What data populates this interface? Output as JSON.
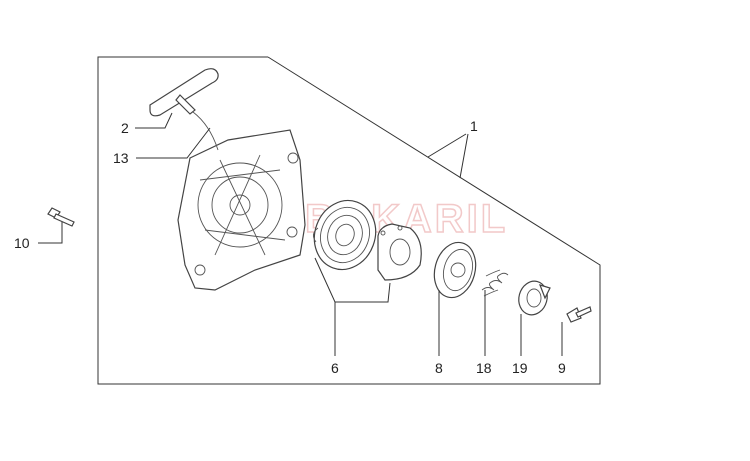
{
  "diagram": {
    "watermark": "BOKARIL",
    "callouts": [
      {
        "id": "1",
        "part": "starter-assembly"
      },
      {
        "id": "2",
        "part": "starter-handle"
      },
      {
        "id": "13",
        "part": "starter-rope"
      },
      {
        "id": "10",
        "part": "screw"
      },
      {
        "id": "6",
        "part": "rewind-spring"
      },
      {
        "id": "8",
        "part": "rope-pulley"
      },
      {
        "id": "18",
        "part": "spring"
      },
      {
        "id": "19",
        "part": "pawl-carrier"
      },
      {
        "id": "9",
        "part": "screw"
      }
    ],
    "line_color": "#333333",
    "watermark_color": "#f2c9c9"
  }
}
